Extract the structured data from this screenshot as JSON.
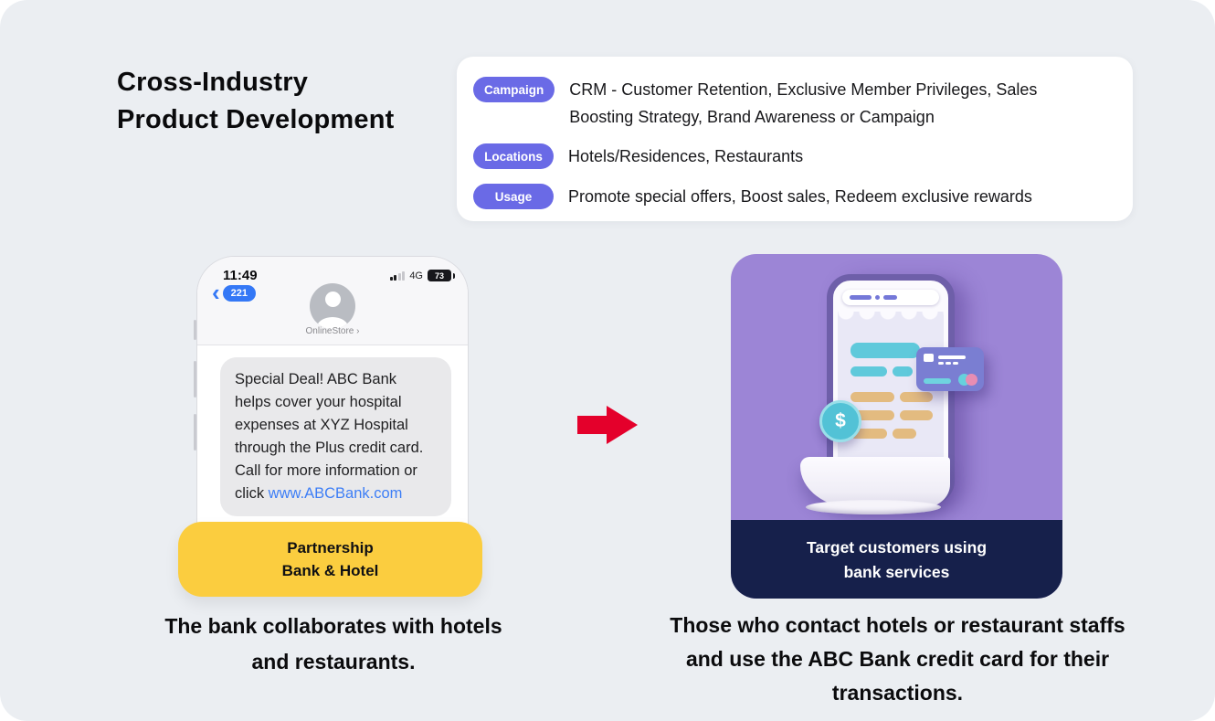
{
  "title": {
    "line1": "Cross-Industry",
    "line2": "Product Development"
  },
  "info_card": {
    "rows": [
      {
        "badge": "Campaign",
        "text": "CRM - Customer Retention, Exclusive Member Privileges, Sales Boosting Strategy, Brand Awareness or Campaign"
      },
      {
        "badge": "Locations",
        "text": "Hotels/Residences, Restaurants"
      },
      {
        "badge": "Usage",
        "text": "Promote special offers, Boost sales, Redeem exclusive rewards"
      }
    ]
  },
  "phone": {
    "status": {
      "time": "11:49",
      "network": "4G",
      "battery": "73"
    },
    "back_badge": "221",
    "contact_name": "OnlineStore",
    "message": {
      "text": "Special Deal! ABC Bank helps cover your hospital expenses at XYZ Hospital through the Plus credit card. Call for more information or click ",
      "link": "www.ABCBank.com"
    }
  },
  "partnership_box": {
    "line1": "Partnership",
    "line2": "Bank & Hotel"
  },
  "target_card": {
    "caption_line1": "Target customers using",
    "caption_line2": "bank services"
  },
  "captions": {
    "left_line1": "The bank collaborates with hotels",
    "left_line2": "and restaurants.",
    "right_line1": "Those who contact hotels or restaurant staffs",
    "right_line2": "and use the ABC Bank credit card for their",
    "right_line3": "transactions."
  },
  "icons": {
    "back_chevron": "‹",
    "disclosure": "›",
    "dollar": "$"
  },
  "colors": {
    "canvas_bg": "#EBEEF2",
    "badge": "#6A6AE6",
    "partnership_bg": "#FBCD3F",
    "target_bg": "#9C85D6",
    "target_footer_bg": "#16204B",
    "arrow": "#E4002B",
    "link": "#3D7EF6",
    "ios_blue": "#3478F6"
  }
}
